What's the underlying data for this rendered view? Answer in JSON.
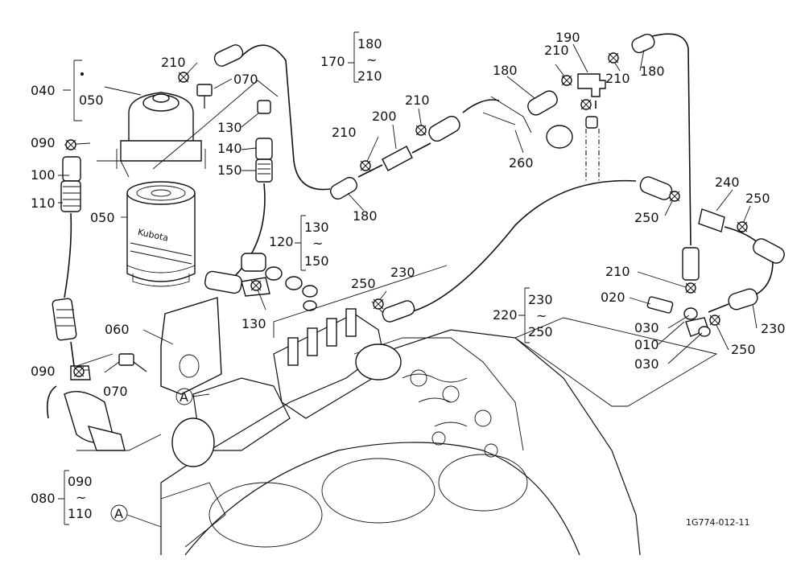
{
  "callouts": {
    "c040": "040",
    "c050a": "050",
    "c050b": "050",
    "c070a": "070",
    "c070b": "070",
    "c090a": "090",
    "c090b": "090",
    "c100": "100",
    "c110": "110",
    "c130a": "130",
    "c130b": "130",
    "c140": "140",
    "c150": "150",
    "c180a": "180",
    "c180b": "180",
    "c180c": "180",
    "c190": "190",
    "c200": "200",
    "c210a": "210",
    "c210b": "210",
    "c210c": "210",
    "c210d": "210",
    "c210e": "210",
    "c210f": "210",
    "c230": "230",
    "c230b": "230",
    "c240": "240",
    "c250a": "250",
    "c250b": "250",
    "c250c": "250",
    "c250d": "250",
    "c260": "260",
    "c020": "020",
    "c030a": "030",
    "c030b": "030",
    "c010": "010",
    "c060": "060"
  },
  "groups": {
    "g170": {
      "id": "170",
      "top": "180",
      "tilde": "~",
      "bottom": "210"
    },
    "g120": {
      "id": "120",
      "top": "130",
      "tilde": "~",
      "bottom": "150"
    },
    "g220": {
      "id": "220",
      "top": "230",
      "tilde": "~",
      "bottom": "250"
    },
    "g080": {
      "id": "080",
      "top": "090",
      "tilde": "~",
      "bottom": "110"
    }
  },
  "markers": {
    "a1": "A",
    "a2": "A"
  },
  "filter_brand": "Kubota",
  "drawing_code": "1G774-012-11"
}
